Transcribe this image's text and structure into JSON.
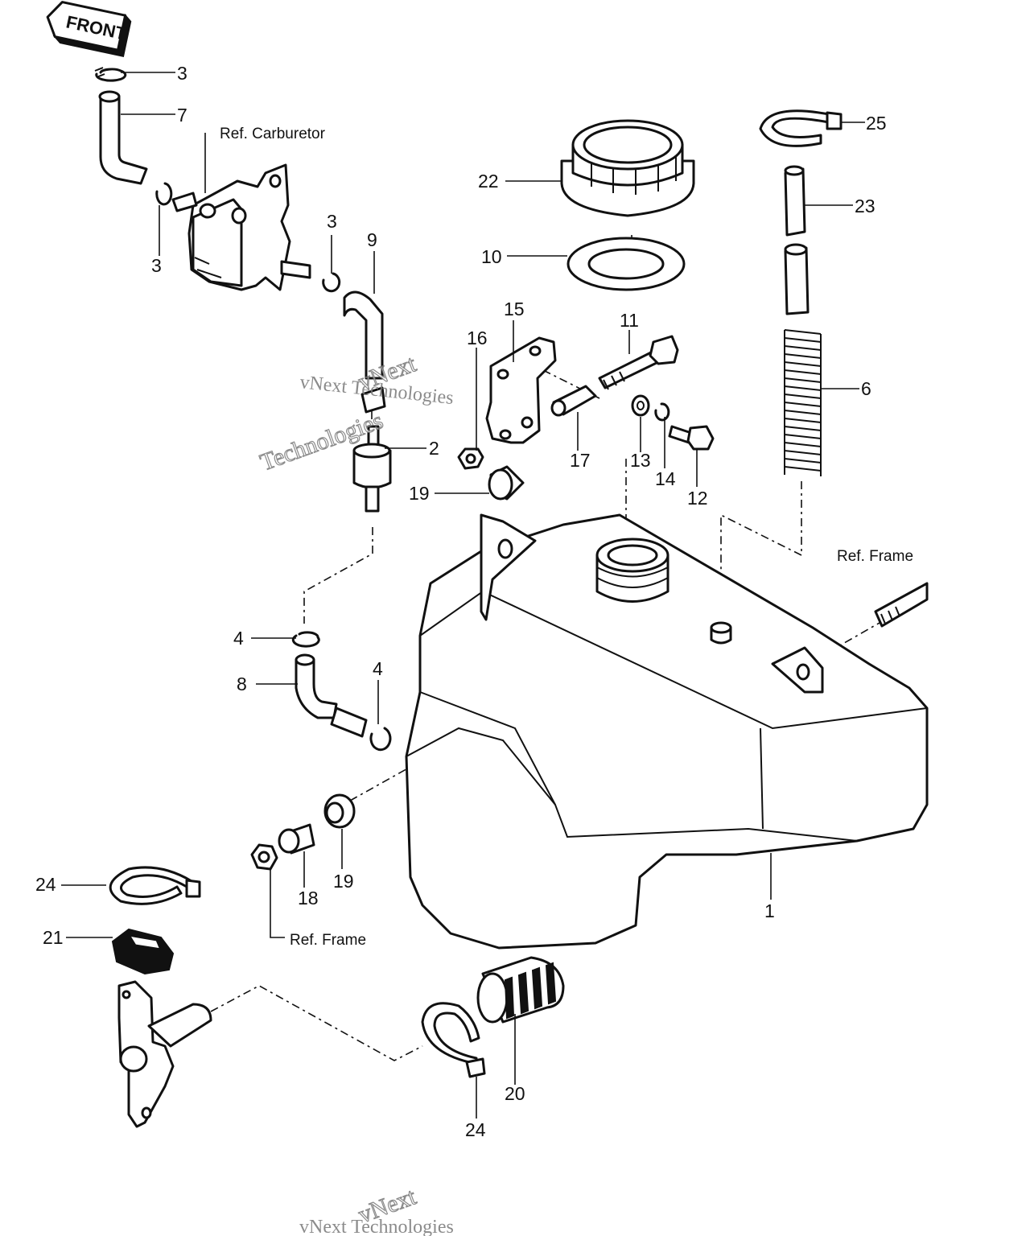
{
  "front_badge": "FRONT",
  "references": {
    "carburetor": "Ref. Carburetor",
    "frame_top": "Ref. Frame",
    "frame_bottom": "Ref. Frame"
  },
  "callouts": [
    "3",
    "7",
    "3",
    "9",
    "3",
    "22",
    "25",
    "23",
    "10",
    "15",
    "11",
    "16",
    "6",
    "2",
    "17",
    "13",
    "14",
    "12",
    "19",
    "4",
    "4",
    "8",
    "1",
    "19",
    "18",
    "24",
    "21",
    "20",
    "24"
  ],
  "watermark": {
    "line1": "vNext",
    "line2": "Technologies",
    "inline": "vNext Technologies"
  }
}
